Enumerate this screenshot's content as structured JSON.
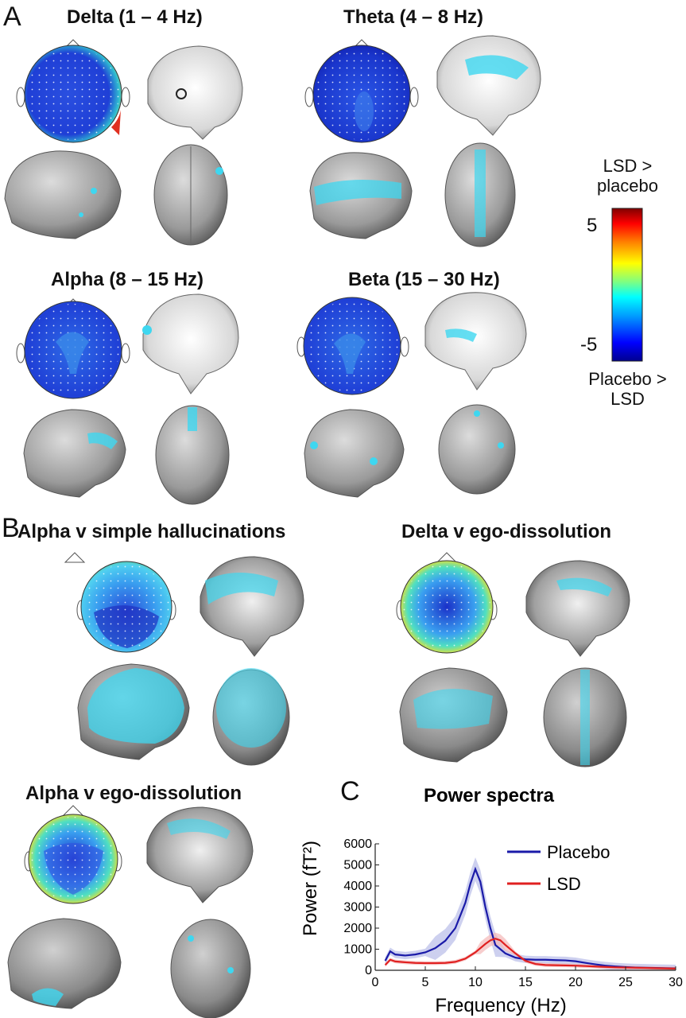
{
  "panels": {
    "A": {
      "letter": "A",
      "bands": [
        {
          "title": "Delta (1 – 4 Hz)"
        },
        {
          "title": "Theta (4 – 8 Hz)"
        },
        {
          "title": "Alpha (8 – 15 Hz)"
        },
        {
          "title": "Beta (15 – 30 Hz)"
        }
      ]
    },
    "B": {
      "letter": "B",
      "correlations": [
        {
          "title": "Alpha v simple hallucinations"
        },
        {
          "title": "Delta v ego-dissolution"
        },
        {
          "title": "Alpha v ego-dissolution"
        }
      ]
    },
    "C": {
      "letter": "C"
    }
  },
  "colorbar": {
    "top_label_line1": "LSD >",
    "top_label_line2": "placebo",
    "bottom_label_line1": "Placebo >",
    "bottom_label_line2": "LSD",
    "max_tick": "5",
    "min_tick": "-5",
    "colors": [
      "#00008f",
      "#0000ff",
      "#00a0ff",
      "#00ffff",
      "#80ff80",
      "#ffff00",
      "#ff8000",
      "#ff0000",
      "#800000"
    ]
  },
  "colors": {
    "placebo": "#1a1aa8",
    "lsd": "#e02020",
    "placebo_band": "#b8bce8",
    "lsd_band": "#f4b8b8",
    "topo_blue": "#1f3fd6",
    "highlight_cyan": "#3ed7f0"
  },
  "chart_data": {
    "type": "line",
    "title": "Power spectra",
    "xlabel": "Frequency (Hz)",
    "ylabel": "Power (fT²)",
    "xlim": [
      0,
      30
    ],
    "ylim": [
      0,
      6000
    ],
    "xticks": [
      0,
      5,
      10,
      15,
      20,
      25,
      30
    ],
    "yticks": [
      0,
      1000,
      2000,
      3000,
      4000,
      5000,
      6000
    ],
    "legend_position": "top-right",
    "series": [
      {
        "name": "Placebo",
        "color": "#1a1aa8",
        "x": [
          1,
          1.5,
          2,
          3,
          4,
          5,
          6,
          7,
          8,
          9,
          9.5,
          10,
          10.5,
          11,
          11.5,
          12,
          13,
          14,
          15,
          16,
          17,
          18,
          19,
          20,
          21,
          22,
          23,
          24,
          25,
          26,
          27,
          28,
          29,
          30
        ],
        "y": [
          450,
          900,
          750,
          700,
          750,
          850,
          1050,
          1400,
          2000,
          3200,
          4100,
          4800,
          4200,
          3000,
          2000,
          1200,
          800,
          600,
          520,
          500,
          500,
          480,
          470,
          430,
          350,
          280,
          220,
          180,
          150,
          130,
          120,
          110,
          100,
          90
        ],
        "band": 350
      },
      {
        "name": "LSD",
        "color": "#e02020",
        "x": [
          1,
          1.5,
          2,
          3,
          4,
          5,
          6,
          7,
          8,
          9,
          10,
          10.5,
          11,
          11.5,
          12,
          12.5,
          13,
          14,
          15,
          16,
          17,
          18,
          19,
          20,
          21,
          22,
          23,
          24,
          25,
          26,
          27,
          28,
          29,
          30
        ],
        "y": [
          250,
          500,
          420,
          380,
          350,
          340,
          340,
          350,
          400,
          550,
          850,
          1050,
          1250,
          1420,
          1500,
          1420,
          1200,
          800,
          450,
          300,
          250,
          240,
          230,
          220,
          200,
          180,
          160,
          140,
          130,
          120,
          110,
          100,
          90,
          80
        ],
        "band": 180
      }
    ]
  }
}
